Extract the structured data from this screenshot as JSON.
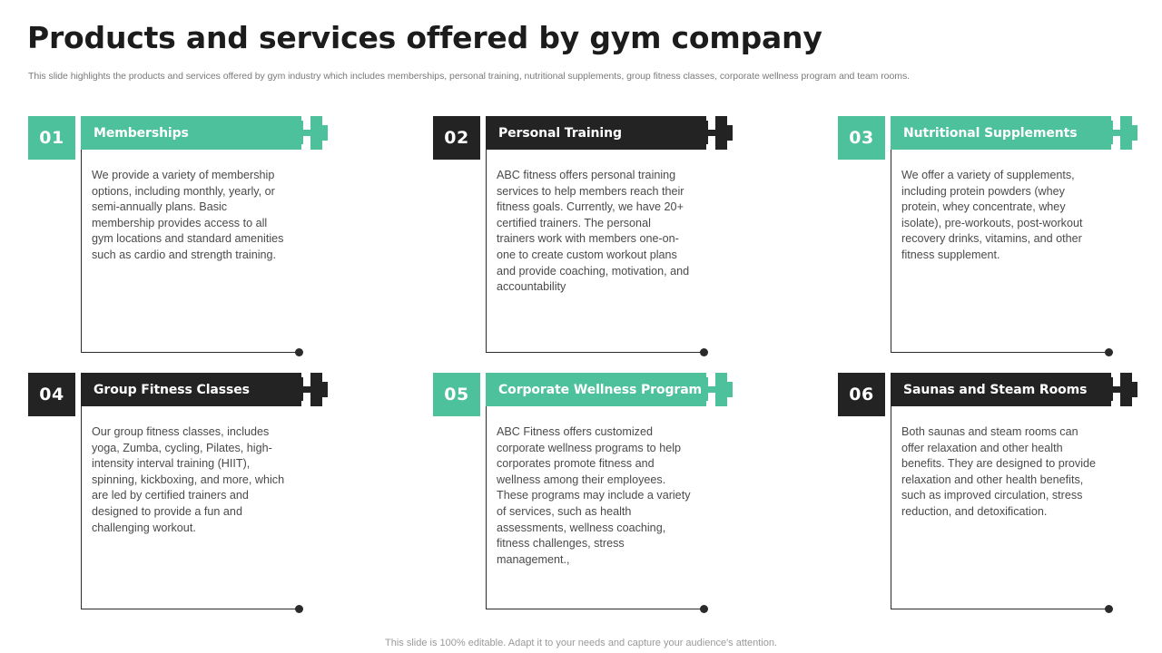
{
  "header": {
    "title": "Products and services offered by gym company",
    "subtitle": "This slide highlights the products and services offered by gym industry which includes memberships, personal training, nutritional supplements, group fitness classes, corporate wellness program and team rooms."
  },
  "colors": {
    "accent_green": "#4DC19B",
    "accent_dark": "#232323",
    "body_text": "#4a4a4a",
    "title_text": "#1c1c1c",
    "subtitle_text": "#7a7a7a",
    "footer_text": "#9a9a9a",
    "rule": "#2b2b2b",
    "background": "#ffffff"
  },
  "cards": [
    {
      "number": "01",
      "title": "Memberships",
      "theme": "green",
      "icon": "dumbbell-icon",
      "body": "We provide a variety of membership options, including monthly, yearly, or semi-annually plans. Basic membership provides access to all gym locations and standard amenities such as cardio and strength training."
    },
    {
      "number": "02",
      "title": "Personal Training",
      "theme": "dark",
      "icon": "dumbbell-icon",
      "body": "ABC fitness offers personal training services to help members reach their fitness goals. Currently, we have 20+ certified trainers. The personal trainers work with members one-on-one to create custom workout plans and provide coaching, motivation, and accountability"
    },
    {
      "number": "03",
      "title": "Nutritional Supplements",
      "theme": "green",
      "icon": "dumbbell-icon",
      "body": "We offer a variety of supplements, including protein powders (whey protein, whey concentrate, whey isolate), pre-workouts, post-workout recovery drinks, vitamins, and other fitness supplement."
    },
    {
      "number": "04",
      "title": "Group Fitness Classes",
      "theme": "dark",
      "icon": "dumbbell-icon",
      "body": "Our group fitness classes, includes yoga, Zumba, cycling, Pilates, high-intensity interval training (HIIT), spinning, kickboxing, and more, which are led by certified trainers and designed to provide a fun and challenging workout."
    },
    {
      "number": "05",
      "title": "Corporate Wellness Programs",
      "theme": "green",
      "icon": "dumbbell-icon",
      "body": "ABC Fitness offers customized corporate wellness programs to help corporates promote fitness and wellness among their employees. These programs may include a variety of services, such as health assessments, wellness coaching, fitness challenges, stress management.,"
    },
    {
      "number": "06",
      "title": "Saunas and Steam Rooms",
      "theme": "dark",
      "icon": "dumbbell-icon",
      "body": "Both saunas and steam rooms can offer relaxation and other health benefits. They are designed to provide relaxation and other health benefits, such as improved circulation, stress reduction, and detoxification."
    }
  ],
  "footer": {
    "note": "This slide is 100% editable. Adapt it to your needs and capture your audience's attention."
  }
}
